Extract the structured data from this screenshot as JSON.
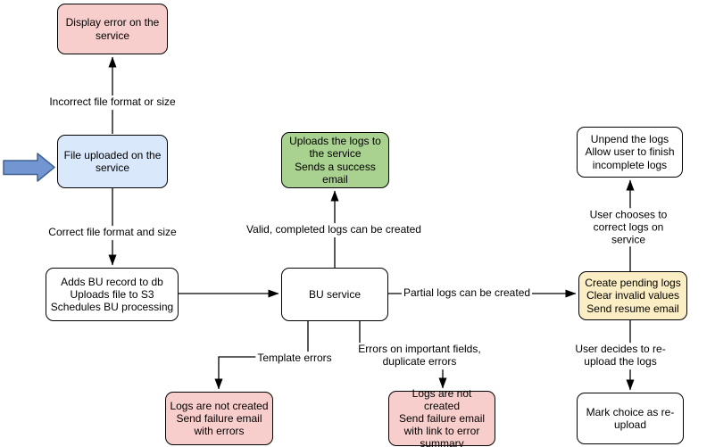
{
  "colors": {
    "line": "#000000",
    "node_pink": "#F8CECC",
    "node_blue": "#DAE8FC",
    "node_green": "#A9D18F",
    "node_yellow": "#FBEEC5",
    "node_white": "#FFFFFF",
    "pointer_fill": "#7296D2",
    "pointer_stroke": "#40618F"
  },
  "nodes": {
    "display_error": {
      "label": "Display error on the\nservice"
    },
    "file_uploaded": {
      "label": "File uploaded on the\nservice"
    },
    "adds_bu_record": {
      "label": "Adds BU record to db\nUploads file to S3\nSchedules BU processing"
    },
    "bu_service": {
      "label": "BU service"
    },
    "uploads_logs_success": {
      "label": "Uploads the logs to\nthe service\nSends a success\nemail"
    },
    "unpend_logs": {
      "label": "Unpend the logs\nAllow user to finish\nincomplete logs"
    },
    "create_pending_logs": {
      "label": "Create pending logs\nClear invalid values\nSend resume email"
    },
    "mark_reupload": {
      "label": "Mark choice as re-\nupload"
    },
    "logs_not_created_errors": {
      "label": "Logs are not created\nSend failure email\nwith errors"
    },
    "logs_not_created_summary": {
      "label": "Logs are not created\nSend failure email\nwith link to error\nsummary"
    }
  },
  "edge_labels": {
    "incorrect_format": "Incorrect file format or size",
    "correct_format": "Correct file format and size",
    "valid_completed": "Valid, completed logs can be created",
    "partial_logs": "Partial logs can be created",
    "template_errors": "Template errors",
    "field_errors": "Errors on important fields,\nduplicate errors",
    "user_chooses": "User chooses to correct logs on service",
    "user_decides": "User decides to re-upload the logs"
  }
}
